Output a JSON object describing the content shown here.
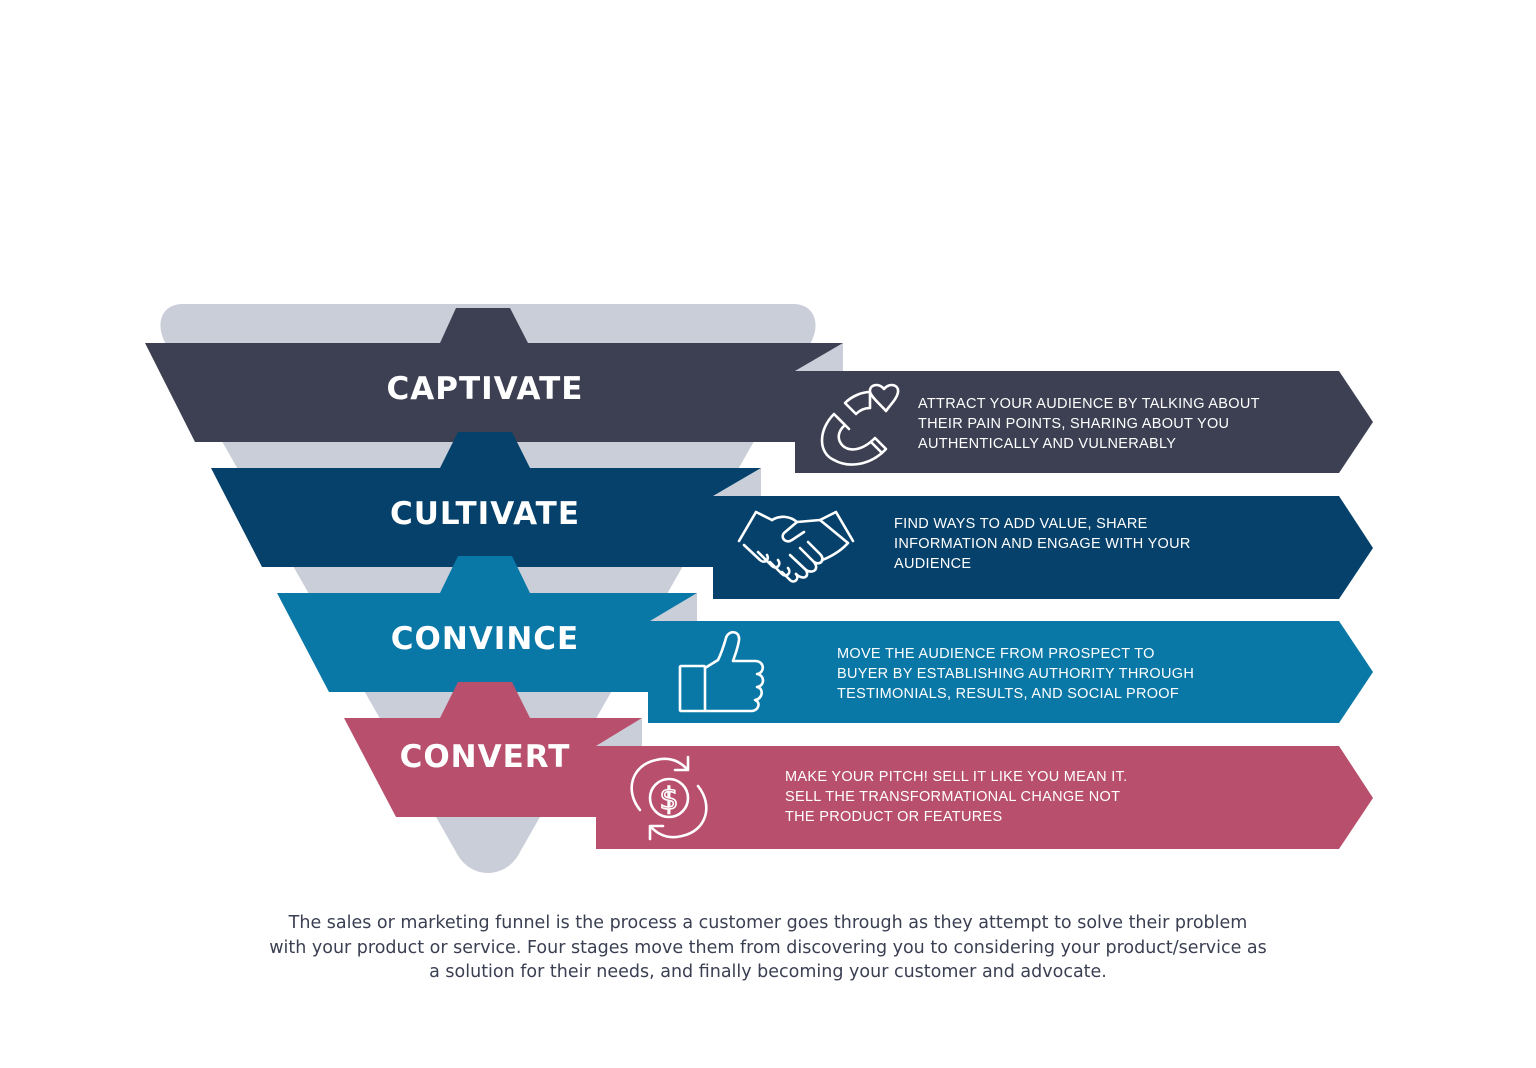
{
  "colors": {
    "funnel_back": "#c9ced8",
    "captivate": "#3d4053",
    "cultivate": "#05416a",
    "convince": "#0978a7",
    "convert": "#b84f6d",
    "fold": "#c9ced8",
    "text": "#ffffff",
    "caption": "#3a3f52"
  },
  "stages": [
    {
      "title": "CAPTIVATE",
      "icon": "magnet-heart-icon",
      "description": [
        "ATTRACT YOUR AUDIENCE BY TALKING ABOUT",
        "THEIR PAIN POINTS, SHARING ABOUT YOU",
        "AUTHENTICALLY AND VULNERABLY"
      ]
    },
    {
      "title": "CULTIVATE",
      "icon": "handshake-icon",
      "description": [
        "FIND WAYS TO ADD VALUE, SHARE",
        "INFORMATION AND ENGAGE WITH YOUR",
        "AUDIENCE"
      ]
    },
    {
      "title": "CONVINCE",
      "icon": "thumbs-up-icon",
      "description": [
        "MOVE THE AUDIENCE FROM PROSPECT TO",
        "BUYER BY ESTABLISHING AUTHORITY THROUGH",
        "TESTIMONIALS, RESULTS, AND SOCIAL PROOF"
      ]
    },
    {
      "title": "CONVERT",
      "icon": "dollar-cycle-icon",
      "description": [
        "MAKE YOUR PITCH! SELL IT LIKE YOU MEAN IT.",
        "SELL THE TRANSFORMATIONAL CHANGE NOT",
        "THE PRODUCT OR FEATURES"
      ]
    }
  ],
  "caption": "The sales or marketing funnel is the process a customer goes through as they attempt to solve their problem with your product or service. Four stages move them from discovering you to considering your product/service as a solution for their needs, and finally becoming your customer and advocate."
}
